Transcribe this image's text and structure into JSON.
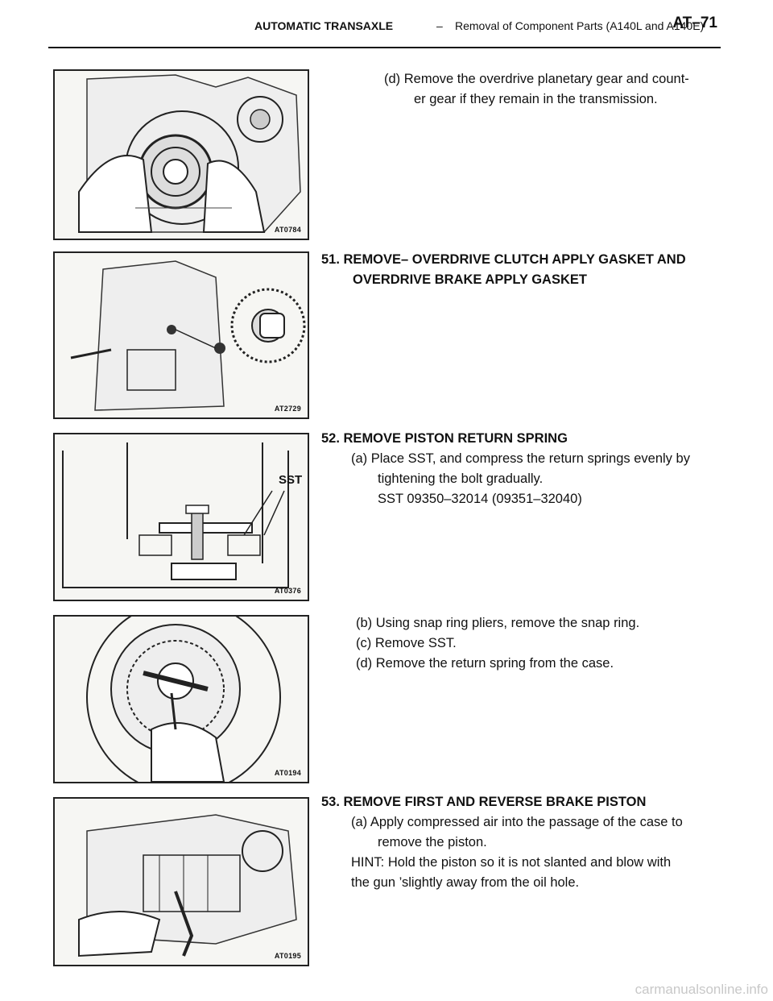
{
  "header": {
    "section": "AUTOMATIC TRANSAXLE",
    "dash": "–",
    "subsection": "Removal of Component Parts (A140L and A140E)",
    "page": "AT–71"
  },
  "figures": [
    {
      "code": "AT0784"
    },
    {
      "code": "AT2729"
    },
    {
      "code": "AT0376",
      "label": "SST"
    },
    {
      "code": "AT0194"
    },
    {
      "code": "AT0195"
    }
  ],
  "block1": {
    "line1": "(d) Remove the overdrive planetary gear and count-",
    "line2": "er gear if they remain in the transmission."
  },
  "step51": {
    "title1": "51. REMOVE– OVERDRIVE CLUTCH APPLY GASKET AND",
    "title2": "OVERDRIVE  BRAKE  APPLY  GASKET"
  },
  "step52": {
    "title": "52.  REMOVE PISTON RETURN SPRING",
    "a1": "(a) Place SST, and compress the return springs evenly by",
    "a2": "tightening  the bolt gradually.",
    "a3": "SST  09350–32014  (09351–32040)"
  },
  "block4": {
    "b": "(b) Using snap ring pliers, remove the snap ring.",
    "c": "(c) Remove SST.",
    "d": "(d) Remove the return spring from the case."
  },
  "step53": {
    "title": "53.  REMOVE FIRST AND REVERSE BRAKE PISTON",
    "a1": "(a) Apply compressed air into the passage of the case to",
    "a2": "remove the piston.",
    "hint1": "HINT: Hold the piston so it is not slanted and blow with",
    "hint2": "the gun ’slightly away from the oil hole."
  },
  "watermark": "carmanualsonline.info"
}
